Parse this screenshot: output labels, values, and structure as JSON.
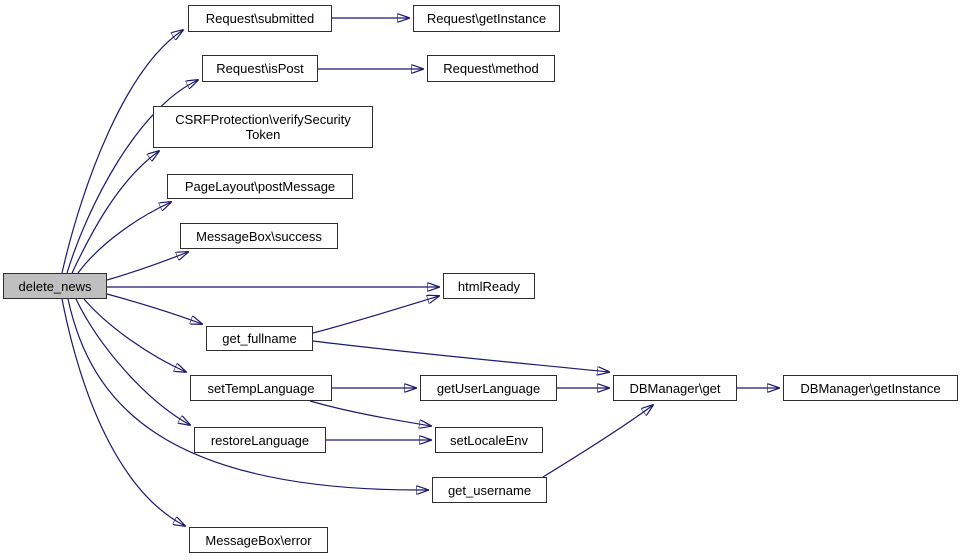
{
  "diagram": {
    "type": "call-graph",
    "focus_node": "delete_news",
    "colors": {
      "edge": "#191970",
      "node_fill": "#ffffff",
      "focus_fill": "#bfbfbf",
      "node_border": "#2e2e2e",
      "text": "#000000"
    },
    "nodes": [
      {
        "id": "delete_news",
        "label": "delete_news"
      },
      {
        "id": "request_submitted",
        "label": "Request\\submitted"
      },
      {
        "id": "request_getinstance",
        "label": "Request\\getInstance"
      },
      {
        "id": "request_ispost",
        "label": "Request\\isPost"
      },
      {
        "id": "request_method",
        "label": "Request\\method"
      },
      {
        "id": "csrf_verify",
        "label": "CSRFProtection\\verifySecurity Token"
      },
      {
        "id": "pagelayout_postmessage",
        "label": "PageLayout\\postMessage"
      },
      {
        "id": "messagebox_success",
        "label": "MessageBox\\success"
      },
      {
        "id": "htmlready",
        "label": "htmlReady"
      },
      {
        "id": "get_fullname",
        "label": "get_fullname"
      },
      {
        "id": "settemplanguage",
        "label": "setTempLanguage"
      },
      {
        "id": "getuserlanguage",
        "label": "getUserLanguage"
      },
      {
        "id": "dbmanager_get",
        "label": "DBManager\\get"
      },
      {
        "id": "dbmanager_getinstance",
        "label": "DBManager\\getInstance"
      },
      {
        "id": "restorelanguage",
        "label": "restoreLanguage"
      },
      {
        "id": "setlocaleenv",
        "label": "setLocaleEnv"
      },
      {
        "id": "get_username",
        "label": "get_username"
      },
      {
        "id": "messagebox_error",
        "label": "MessageBox\\error"
      }
    ],
    "edges": [
      {
        "from": "delete_news",
        "to": "request_submitted"
      },
      {
        "from": "delete_news",
        "to": "request_ispost"
      },
      {
        "from": "delete_news",
        "to": "csrf_verify"
      },
      {
        "from": "delete_news",
        "to": "pagelayout_postmessage"
      },
      {
        "from": "delete_news",
        "to": "messagebox_success"
      },
      {
        "from": "delete_news",
        "to": "htmlready"
      },
      {
        "from": "delete_news",
        "to": "get_fullname"
      },
      {
        "from": "delete_news",
        "to": "settemplanguage"
      },
      {
        "from": "delete_news",
        "to": "restorelanguage"
      },
      {
        "from": "delete_news",
        "to": "get_username"
      },
      {
        "from": "delete_news",
        "to": "messagebox_error"
      },
      {
        "from": "request_submitted",
        "to": "request_getinstance"
      },
      {
        "from": "request_ispost",
        "to": "request_method"
      },
      {
        "from": "get_fullname",
        "to": "htmlready"
      },
      {
        "from": "get_fullname",
        "to": "dbmanager_get"
      },
      {
        "from": "settemplanguage",
        "to": "getuserlanguage"
      },
      {
        "from": "settemplanguage",
        "to": "setlocaleenv"
      },
      {
        "from": "restorelanguage",
        "to": "setlocaleenv"
      },
      {
        "from": "getuserlanguage",
        "to": "dbmanager_get"
      },
      {
        "from": "get_username",
        "to": "dbmanager_get"
      },
      {
        "from": "dbmanager_get",
        "to": "dbmanager_getinstance"
      }
    ]
  }
}
